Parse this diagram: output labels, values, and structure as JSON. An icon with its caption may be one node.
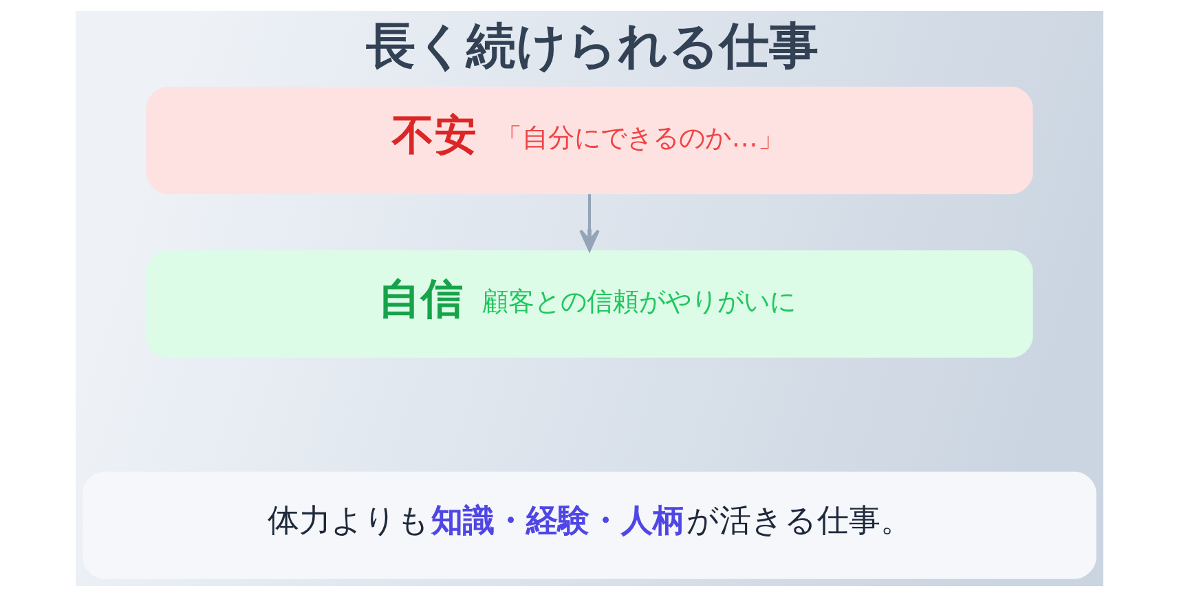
{
  "diagram": {
    "title": "長く続けられる仕事",
    "nodes": [
      {
        "text": [
          "不安",
          "「自分にできるのか…」"
        ]
      },
      {
        "text": [
          "自信",
          "顧客との信頼がやりがいに"
        ]
      },
      {
        "text": [
          "体力よりも**知識・経験・人柄**が活きる仕事。"
        ]
      }
    ],
    "edges": [
      {
        "from": 0,
        "to": 1,
        "arrow": "to"
      }
    ]
  }
}
